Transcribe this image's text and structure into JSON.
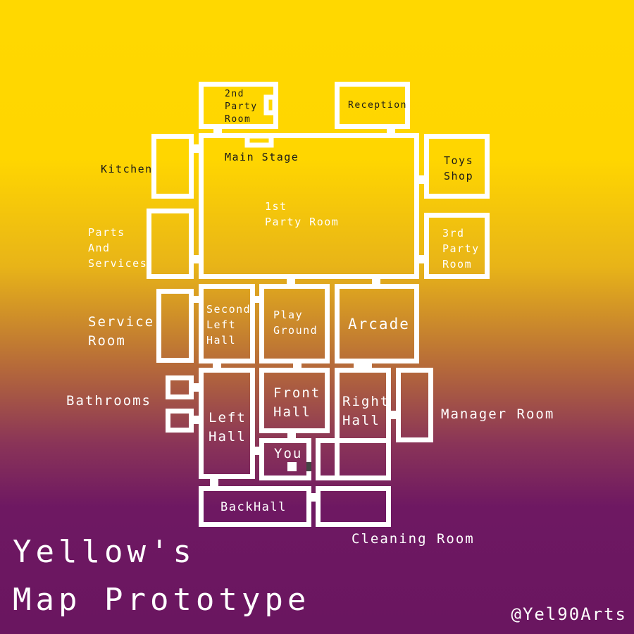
{
  "title": "Yellow's\nMap Prototype",
  "credit": "@Yel90Arts",
  "rooms": {
    "second_party_room": "2nd\nParty\nRoom",
    "reception": "Reception",
    "main_stage": "Main Stage",
    "first_party_room": "1st\nParty Room",
    "kitchen": "Kitchen",
    "toys_shop": "Toys\nShop",
    "parts_and_services": "Parts\nAnd\nServices",
    "third_party_room": "3rd\nParty\nRoom",
    "service_room": "Service\nRoom",
    "second_left_hall": "Second\nLeft\nHall",
    "play_ground": "Play\nGround",
    "arcade": "Arcade",
    "bathrooms": "Bathrooms",
    "left_hall": "Left\nHall",
    "front_hall": "Front\nHall",
    "right_hall": "Right\nHall",
    "you": "You",
    "manager_room": "Manager Room",
    "back_hall": "BackHall",
    "cleaning_room": "Cleaning Room"
  },
  "colors": {
    "top": "#FFD800",
    "bottom": "#6A1660",
    "walls": "#FFFFFF"
  }
}
